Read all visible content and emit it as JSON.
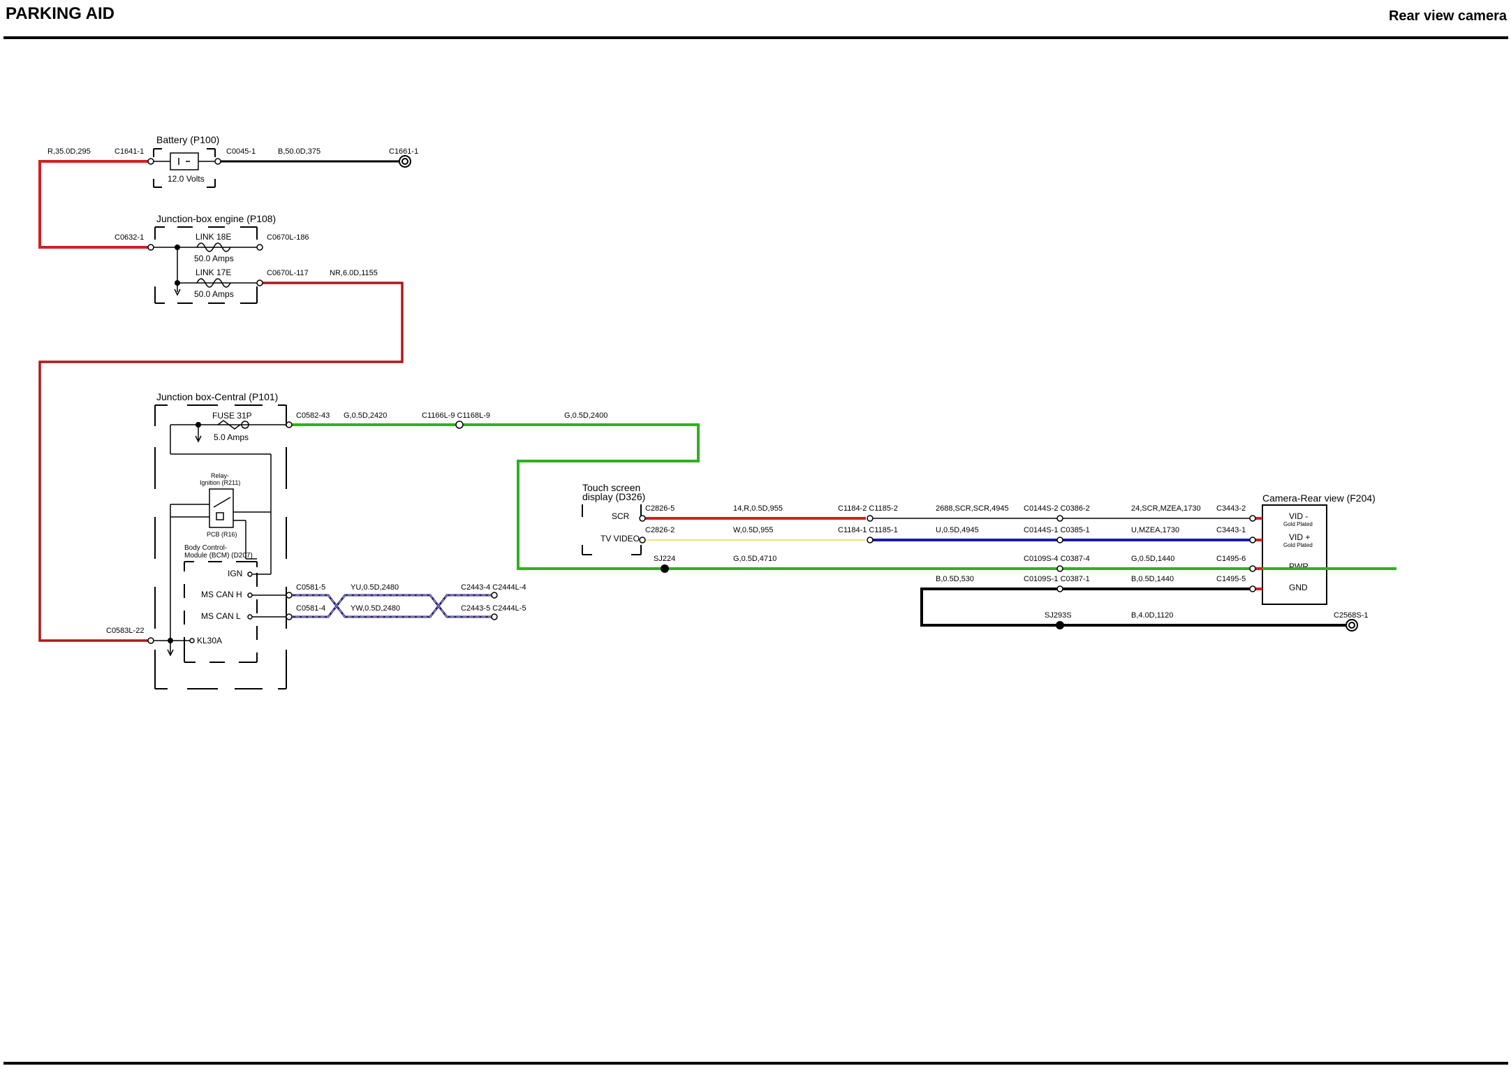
{
  "header": {
    "left_title": "PARKING AID",
    "right_title": "Rear view camera"
  },
  "components": {
    "battery": {
      "title": "Battery (P100)",
      "rating": "12.0 Volts"
    },
    "junction_engine": {
      "title": "Junction-box engine (P108)",
      "link_18e": "LINK 18E",
      "link_18e_rating": "50.0 Amps",
      "link_17e": "LINK 17E",
      "link_17e_rating": "50.0 Amps"
    },
    "junction_central": {
      "title": "Junction box-Central (P101)",
      "fuse": "FUSE 31P",
      "fuse_rating": "5.0 Amps",
      "relay": "Relay-",
      "relay_2": "Ignition (R211)",
      "pcb": "PCB (R16)",
      "bcm": "Body Control-",
      "bcm_2": "Module (BCM) (D207)",
      "ign": "IGN",
      "ms_can_h": "MS CAN H",
      "ms_can_l": "MS CAN L",
      "kl30a": "KL30A"
    },
    "touch_screen": {
      "title": "Touch screen",
      "title_2": "display (D326)",
      "scr": "SCR",
      "tv_video": "TV VIDEO"
    },
    "camera": {
      "title": "Camera-Rear view (F204)",
      "vid_minus": "VID -",
      "vid_plus": "VID +",
      "gold_plated": "Gold Plated",
      "pwr": "PWR",
      "gnd": "GND"
    }
  },
  "connectors": {
    "c1641": "C1641-1",
    "c0045": "C0045-1",
    "c1661": "C1661-1",
    "c0632": "C0632-1",
    "c0670_186": "C0670L-186",
    "c0670_117": "C0670L-117",
    "c0582": "C0582-43",
    "c1166": "C1166L-9 C1168L-9",
    "c0583": "C0583L-22",
    "c0581_5": "C0581-5",
    "c0581_4": "C0581-4",
    "c2443_4": "C2443-4 C2444L-4",
    "c2443_5": "C2443-5 C2444L-5",
    "c2826_5": "C2826-5",
    "c2826_2": "C2826-2",
    "c1184_2": "C1184-2 C1185-2",
    "c1184_1": "C1184-1 C1185-1",
    "c0144_2": "C0144S-2 C0386-2",
    "c0144_1": "C0144S-1 C0385-1",
    "c3443_2": "C3443-2",
    "c3443_1": "C3443-1",
    "sj224": "SJ224",
    "c0109_4": "C0109S-4 C0387-4",
    "c1495_6": "C1495-6",
    "c0109_1": "C0109S-1 C0387-1",
    "c1495_5": "C1495-5",
    "sj293": "SJ293S",
    "c2568": "C2568S-1"
  },
  "wires": {
    "w_r35": "R,35.0D,295",
    "w_b50": "B,50.0D,375",
    "w_nr6": "NR,6.0D,1155",
    "w_g2420": "G,0.5D,2420",
    "w_g2400": "G,0.5D,2400",
    "w_yu2480": "YU,0.5D,2480",
    "w_yw2480": "YW,0.5D,2480",
    "w_14r": "14,R,0.5D,955",
    "w_w955": "W,0.5D,955",
    "w_2688": "2688,SCR,SCR,4945",
    "w_u4945": "U,0.5D,4945",
    "w_24scr": "24,SCR,MZEA,1730",
    "w_umzea": "U,MZEA,1730",
    "w_g4710": "G,0.5D,4710",
    "w_g1440a": "G,0.5D,1440",
    "w_b530": "B,0.5D,530",
    "w_b1440": "B,0.5D,1440",
    "w_b4": "B,4.0D,1120"
  },
  "colors": {
    "red": "#d42020",
    "black": "#000000",
    "brown_red": "#b01818",
    "green": "#30b020",
    "blue": "#1a1aa8",
    "yellow": "#e8d030"
  }
}
